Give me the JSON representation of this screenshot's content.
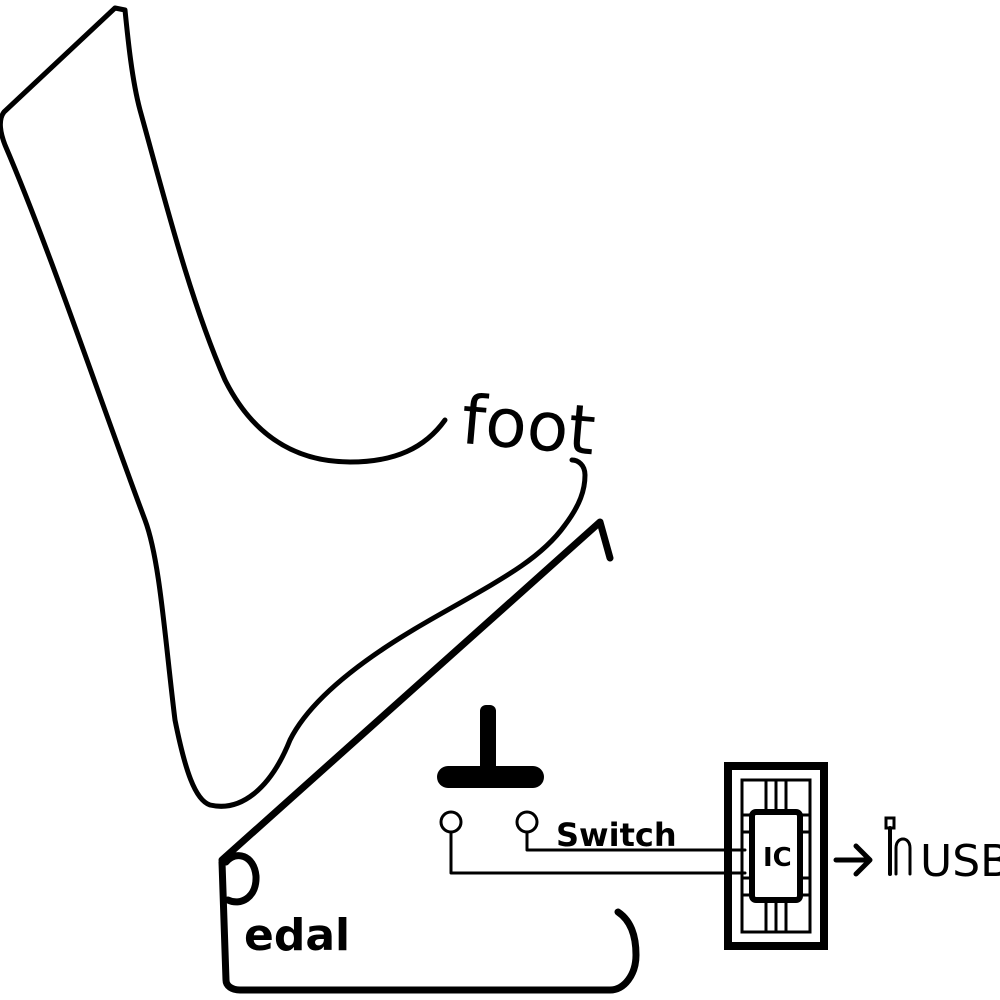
{
  "labels": {
    "foot": "foot",
    "pedal": "edal",
    "switch": "Switch",
    "ic": "IC",
    "usb": "USB"
  },
  "colors": {
    "line": "#000000",
    "background": "#ffffff"
  },
  "icons": [
    "arrow-right-icon",
    "usb-plug-icon"
  ]
}
